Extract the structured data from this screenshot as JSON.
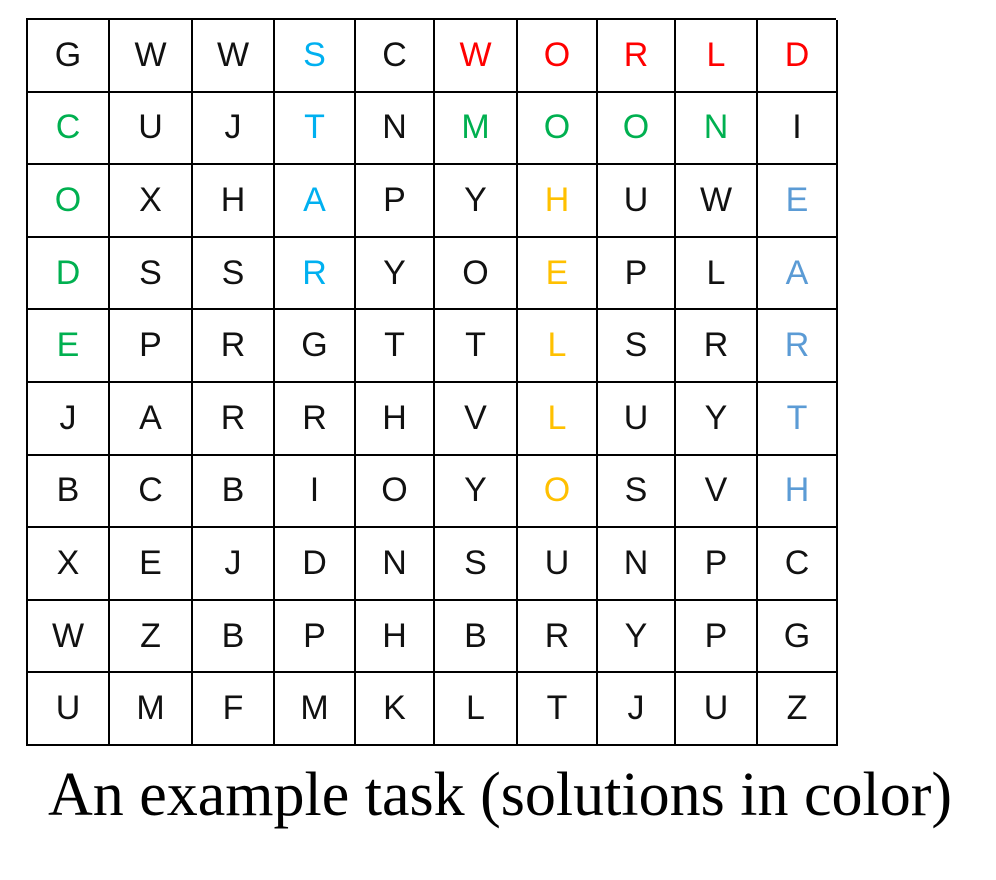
{
  "grid": {
    "rows": [
      [
        "G",
        "W",
        "W",
        "S",
        "C",
        "W",
        "O",
        "R",
        "L",
        "D"
      ],
      [
        "C",
        "U",
        "J",
        "T",
        "N",
        "M",
        "O",
        "O",
        "N",
        "I"
      ],
      [
        "O",
        "X",
        "H",
        "A",
        "P",
        "Y",
        "H",
        "U",
        "W",
        "E"
      ],
      [
        "D",
        "S",
        "S",
        "R",
        "Y",
        "O",
        "E",
        "P",
        "L",
        "A"
      ],
      [
        "E",
        "P",
        "R",
        "G",
        "T",
        "T",
        "L",
        "S",
        "R",
        "R"
      ],
      [
        "J",
        "A",
        "R",
        "R",
        "H",
        "V",
        "L",
        "U",
        "Y",
        "T"
      ],
      [
        "B",
        "C",
        "B",
        "I",
        "O",
        "Y",
        "O",
        "S",
        "V",
        "H"
      ],
      [
        "X",
        "E",
        "J",
        "D",
        "N",
        "S",
        "U",
        "N",
        "P",
        "C"
      ],
      [
        "W",
        "Z",
        "B",
        "P",
        "H",
        "B",
        "R",
        "Y",
        "P",
        "G"
      ],
      [
        "U",
        "M",
        "F",
        "M",
        "K",
        "L",
        "T",
        "J",
        "U",
        "Z"
      ]
    ],
    "default_color": "#111111",
    "highlights": [
      {
        "color": "#ff0000",
        "cells": [
          [
            0,
            5
          ],
          [
            0,
            6
          ],
          [
            0,
            7
          ],
          [
            0,
            8
          ],
          [
            0,
            9
          ]
        ]
      },
      {
        "color": "#00b050",
        "cells": [
          [
            1,
            5
          ],
          [
            1,
            6
          ],
          [
            1,
            7
          ],
          [
            1,
            8
          ]
        ]
      },
      {
        "color": "#00b050",
        "cells": [
          [
            1,
            0
          ],
          [
            2,
            0
          ],
          [
            3,
            0
          ],
          [
            4,
            0
          ]
        ]
      },
      {
        "color": "#00b0f0",
        "cells": [
          [
            0,
            3
          ],
          [
            1,
            3
          ],
          [
            2,
            3
          ],
          [
            3,
            3
          ]
        ]
      },
      {
        "color": "#ffc000",
        "cells": [
          [
            2,
            6
          ],
          [
            3,
            6
          ],
          [
            4,
            6
          ],
          [
            5,
            6
          ],
          [
            6,
            6
          ]
        ]
      },
      {
        "color": "#5b9bd5",
        "cells": [
          [
            2,
            9
          ],
          [
            3,
            9
          ],
          [
            4,
            9
          ],
          [
            5,
            9
          ],
          [
            6,
            9
          ]
        ]
      }
    ]
  },
  "caption": "An example task (solutions in color)"
}
